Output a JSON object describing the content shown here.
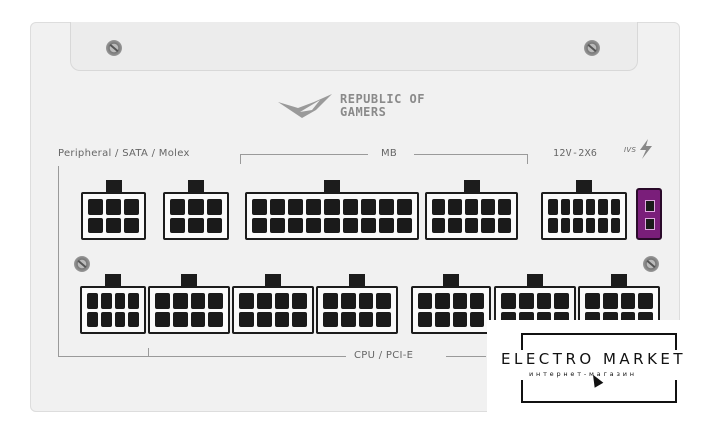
{
  "brand": {
    "line1": "REPUBLIC OF",
    "line2": "GAMERS",
    "icon": "rog-eye-logo"
  },
  "labels": {
    "peripheral": "Peripheral / SATA / Molex",
    "mb": "MB",
    "gpu12v": "12V-2X6",
    "ivs": "IVS",
    "cpu_pcie": "CPU / PCI-E"
  },
  "watermark": {
    "title": "ELECTRO MARKET",
    "subtitle": "интернет-магазин"
  },
  "colors": {
    "panel": "#f1f1f1",
    "connector": "#1c1c1c",
    "sense_pin": "#7a1e7a"
  }
}
